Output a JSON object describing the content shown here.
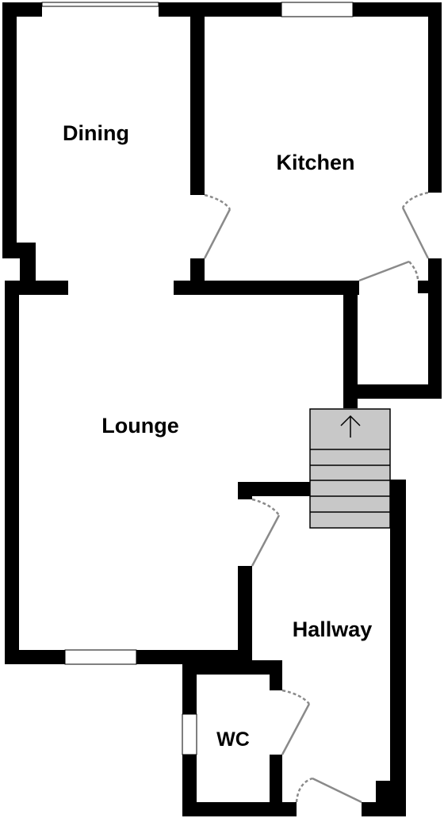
{
  "rooms": {
    "dining": "Dining",
    "kitchen": "Kitchen",
    "lounge": "Lounge",
    "hallway": "Hallway",
    "wc": "WC"
  },
  "colors": {
    "wall": "#000000",
    "window": "#ffffff",
    "door_swing": "#8a8a8a",
    "stairs_fill": "#c8c8c8",
    "background": "#ffffff"
  },
  "stairs": {
    "direction": "up",
    "steps": 5
  }
}
